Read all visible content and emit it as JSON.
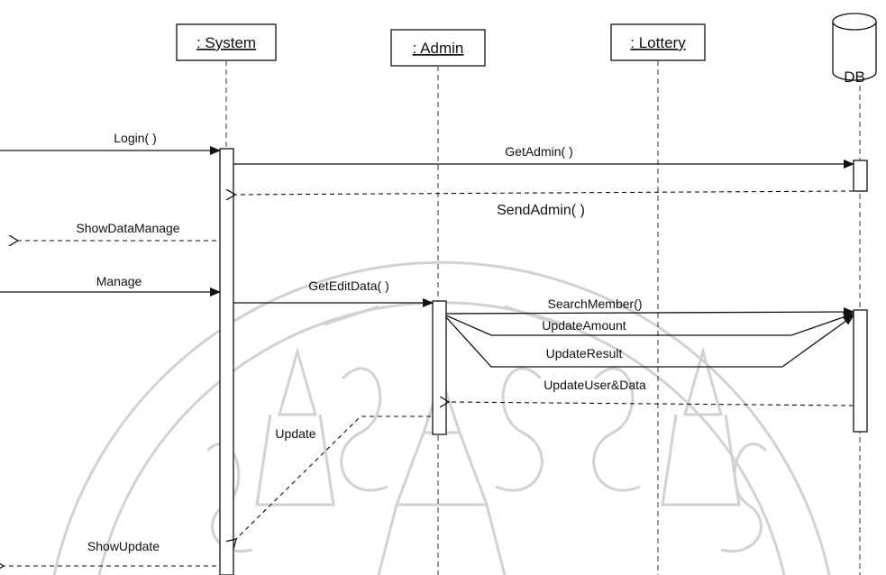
{
  "lifelines": {
    "system": ": System",
    "admin": ": Admin",
    "lottery": ": Lottery",
    "db": "DB"
  },
  "messages": {
    "login": "Login( )",
    "get_admin": "GetAdmin( )",
    "send_admin": "SendAdmin( )",
    "show_data_manage": "ShowDataManage",
    "manage": "Manage",
    "get_edit_data": "GetEditData( )",
    "search_member": "SearchMember()",
    "update_amount": "UpdateAmount",
    "update_result": "UpdateResult",
    "update_user_data": "UpdateUser&Data",
    "update": "Update",
    "show_update": "ShowUpdate"
  }
}
